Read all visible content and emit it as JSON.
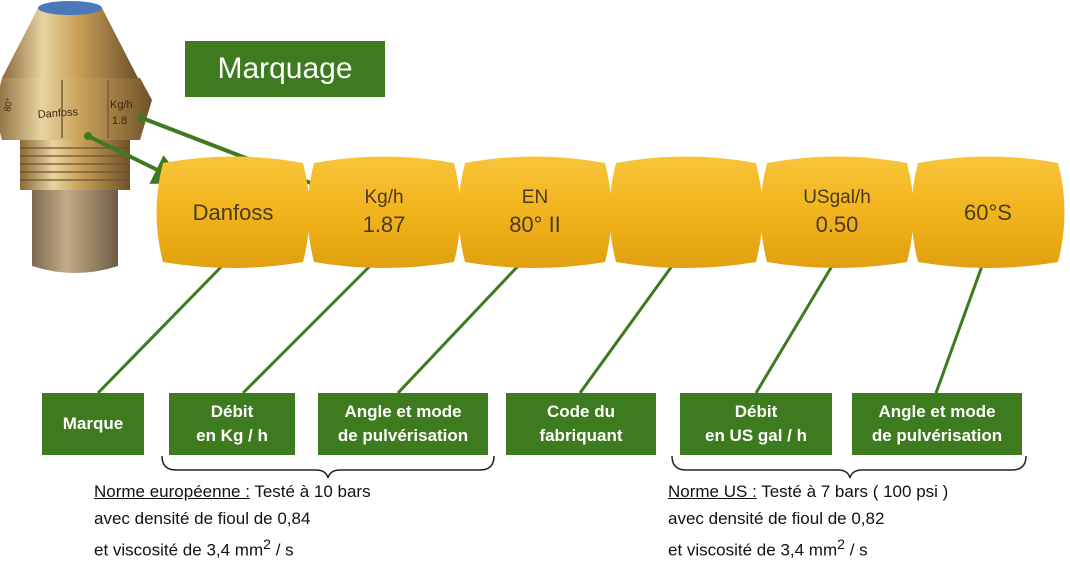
{
  "title": "Marquage",
  "nozzle_engravings": {
    "brand": "Danfoss",
    "unit": "Kg/h",
    "value": "1.8",
    "angle": "80°"
  },
  "segments": [
    {
      "line1": "Danfoss",
      "line2": ""
    },
    {
      "line1": "Kg/h",
      "line2": "1.87"
    },
    {
      "line1": "EN",
      "line2": "80° II"
    },
    {
      "line1": "",
      "line2": ""
    },
    {
      "line1": "USgal/h",
      "line2": "0.50"
    },
    {
      "line1": "60°S",
      "line2": ""
    }
  ],
  "labels": [
    {
      "line1": "Marque",
      "line2": ""
    },
    {
      "line1": "Débit",
      "line2": "en Kg / h"
    },
    {
      "line1": "Angle et  mode",
      "line2": "de pulvérisation"
    },
    {
      "line1": "Code du",
      "line2": "fabriquant"
    },
    {
      "line1": "Débit",
      "line2": "en US gal / h"
    },
    {
      "line1": "Angle et  mode",
      "line2": "de pulvérisation"
    }
  ],
  "notes": {
    "european": {
      "heading": "Norme  européenne :",
      "line1_rest": "  Testé  à  10 bars",
      "line2": "avec  densité  de  fioul  de  0,84",
      "line3_pre": "et  viscosité  de  3,4 mm",
      "line3_sup": "2",
      "line3_post": " / s"
    },
    "us": {
      "heading": "Norme  US :",
      "line1_rest": "  Testé  à  7 bars  ( 100 psi )",
      "line2": "avec  densité  de  fioul  de  0,82",
      "line3_pre": "et  viscosité  de  3,4 mm",
      "line3_sup": "2",
      "line3_post": " / s"
    }
  },
  "colors": {
    "green": "#3e7a1e",
    "gold": "#f2b41c",
    "gold_dark": "#d99a0c",
    "brass": "#c9a15a",
    "filter": "#a88f6e"
  }
}
